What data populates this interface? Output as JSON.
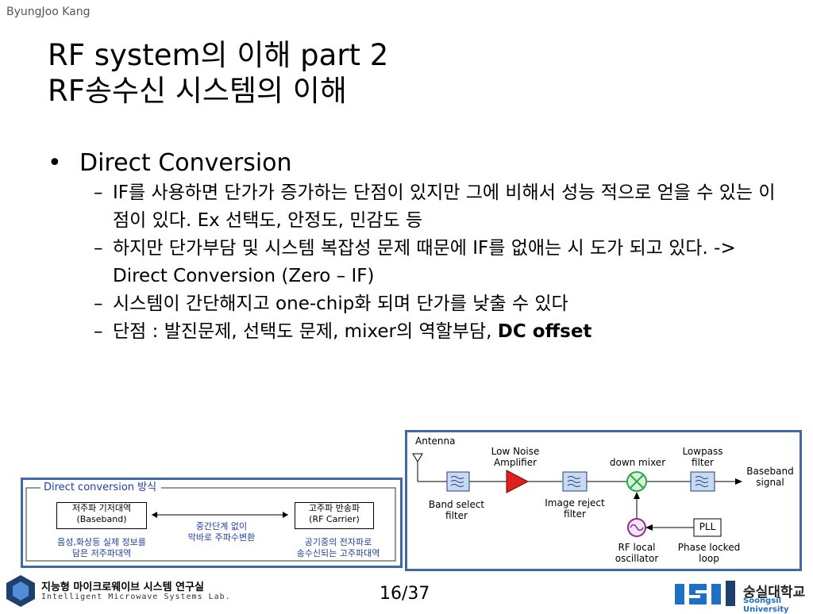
{
  "header": {
    "author": "ByungJoo Kang"
  },
  "title": {
    "line1": "RF system의 이해 part 2",
    "line2": "RF송수신 시스템의 이해"
  },
  "content": {
    "bullet": "Direct Conversion",
    "items": [
      {
        "text": "IF를 사용하면 단가가 증가하는 단점이 있지만 그에 비해서 성능 적으로 얻을 수 있는 이점이 있다. Ex 선택도, 안정도, 민감도 등"
      },
      {
        "text": "하지만 단가부담 및 시스템 복잡성 문제 때문에 IF를 없애는 시 도가 되고 있다. -> Direct Conversion (Zero – IF)"
      },
      {
        "text": "시스템이 간단해지고 one-chip화 되며 단가를 낮출 수 있다"
      },
      {
        "text": "단점 : 발진문제, 선택도 문제, mixer의 역할부담, ",
        "bold": "DC offset"
      }
    ]
  },
  "figure_left": {
    "title": "Direct conversion 방식",
    "left_box": "저주파 기저대역\n(Baseband)",
    "right_box": "고주파 반송파\n(RF Carrier)",
    "middle": "중간단계 없이\n막바로 주파수변환",
    "left_caption": "음성,화상등 실제 정보를\n담은 저주파대역",
    "right_caption": "공기중의 전자파로\n송수신되는 고주파대역"
  },
  "figure_right": {
    "antenna": "Antenna",
    "lna": "Low Noise\nAmplifier",
    "down_mixer": "down mixer",
    "lowpass": "Lowpass\nfilter",
    "baseband": "Baseband\nsignal",
    "band_select": "Band select\nfilter",
    "image_reject": "Image reject\nfilter",
    "rf_local": "RF local\noscillator",
    "pll_box": "PLL",
    "pll": "Phase locked\nloop"
  },
  "footer": {
    "lab_ko": "지능형 마이크로웨이브 시스템 연구실",
    "lab_en": "Intelligent Microwave Systems Lab.",
    "page": "16/37",
    "univ_ko": "숭실대학교",
    "univ_en": "Soongsil University"
  },
  "colors": {
    "figure_border": "#3e6aa8",
    "filter_fill": "#c8d9f0",
    "amp_fill": "#e02020",
    "mixer": "#2aa84a",
    "osc": "#8a2a9a"
  }
}
